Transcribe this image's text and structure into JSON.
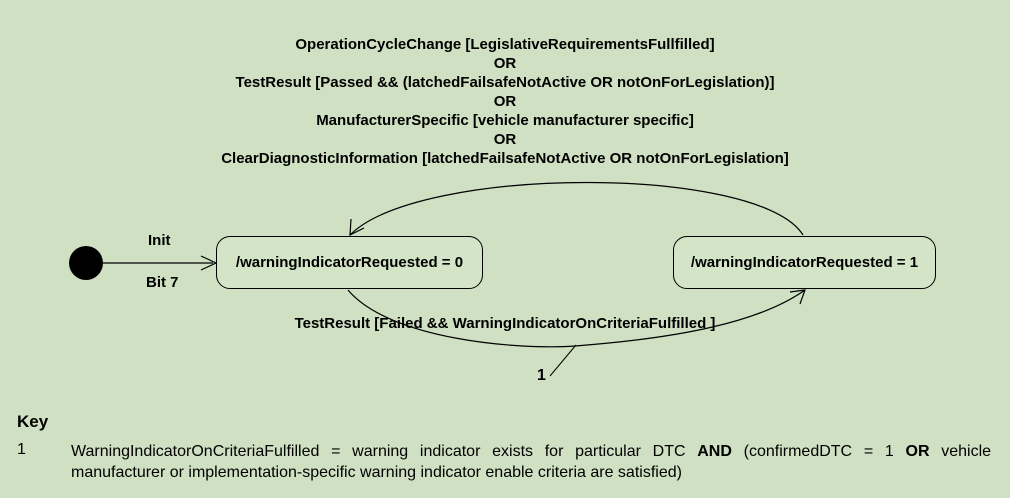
{
  "transition_back": {
    "lines": [
      "OperationCycleChange [LegislativeRequirementsFullfilled]",
      "OR",
      "TestResult [Passed && (latchedFailsafeNotActive OR notOnForLegislation)]",
      "OR",
      "ManufacturerSpecific [vehicle manufacturer specific]",
      "OR",
      "ClearDiagnosticInformation [latchedFailsafeNotActive OR notOnForLegislation]"
    ]
  },
  "init": {
    "label": "Init",
    "sublabel": "Bit 7"
  },
  "states": {
    "off": "/warningIndicatorRequested = 0",
    "on": "/warningIndicatorRequested = 1"
  },
  "transition_forward": "TestResult [Failed && WarningIndicatorOnCriteriaFulfilled ]",
  "callout_number": "1",
  "key": {
    "title": "Key",
    "number": "1",
    "text_a": "WarningIndicatorOnCriteriaFulfilled = warning indicator exists for particular DTC ",
    "and": "AND",
    "text_b": " (confirmedDTC = 1 ",
    "or": "OR",
    "text_c": " vehicle manufacturer or implementation-specific warning indicator enable criteria are satisfied)"
  },
  "colors": {
    "background": "#cfe0c3",
    "line": "#000000"
  }
}
